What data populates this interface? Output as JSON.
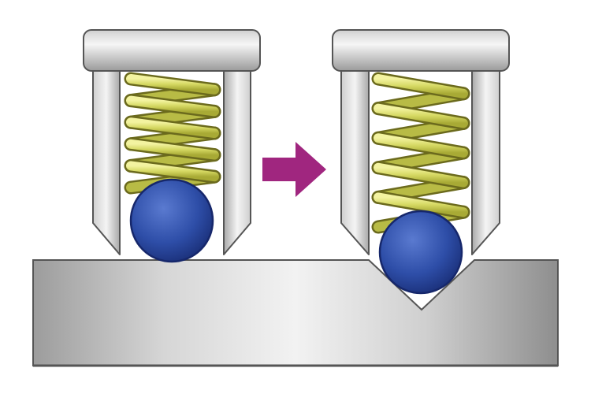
{
  "diagram": {
    "subject": "ball-spring-plunger-indexing",
    "states": [
      {
        "id": "before",
        "ball_state": "resting-on-flat-surface",
        "spring_state": "compressed"
      },
      {
        "id": "after",
        "ball_state": "seated-in-v-notch",
        "spring_state": "extended"
      }
    ],
    "transition_icon": "right-arrow-icon",
    "colors": {
      "background": "#ffffff",
      "steel_light": "#e6e6e6",
      "steel_dark": "#8a8a8a",
      "outline": "#555555",
      "spring_fill": "#d9dc6a",
      "spring_outline": "#6b6a1d",
      "ball_fill": "#2f4fa6",
      "ball_outline": "#16276b",
      "arrow": "#a0267f"
    }
  }
}
